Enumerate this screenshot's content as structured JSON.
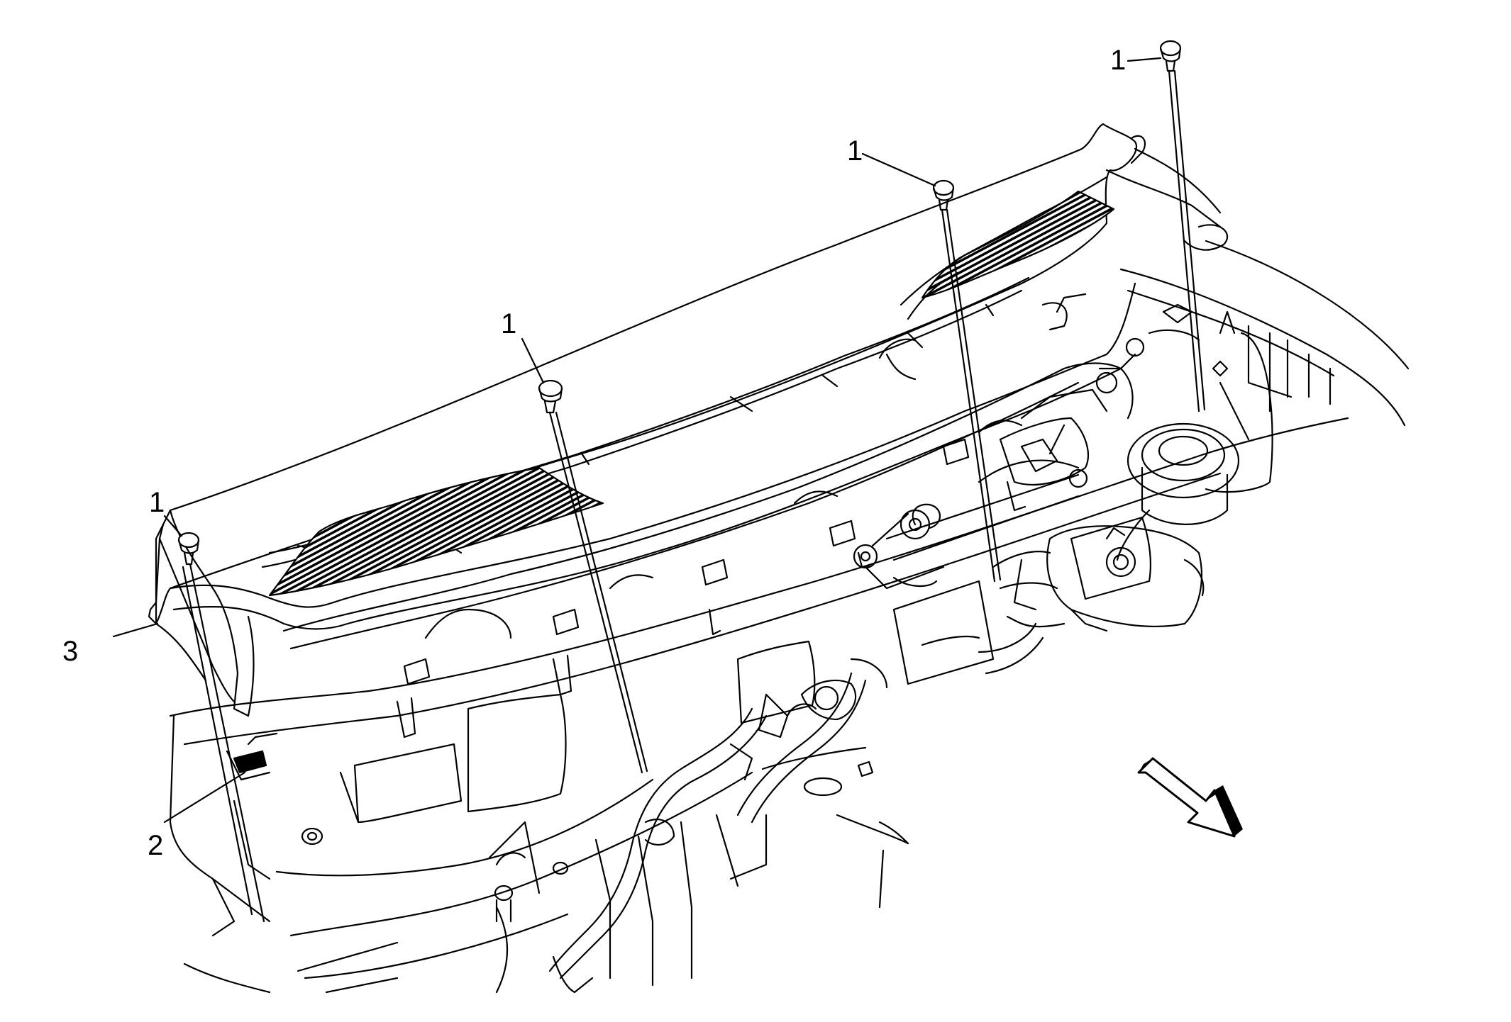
{
  "diagram": {
    "callouts": [
      {
        "id": "c1a",
        "label": "1"
      },
      {
        "id": "c1b",
        "label": "1"
      },
      {
        "id": "c1c",
        "label": "1"
      },
      {
        "id": "c1d",
        "label": "1"
      },
      {
        "id": "c2",
        "label": "2"
      },
      {
        "id": "c3",
        "label": "3"
      }
    ],
    "icons": {
      "fastener": "push-pin-retainer-icon",
      "direction": "vehicle-front-arrow-icon"
    }
  }
}
